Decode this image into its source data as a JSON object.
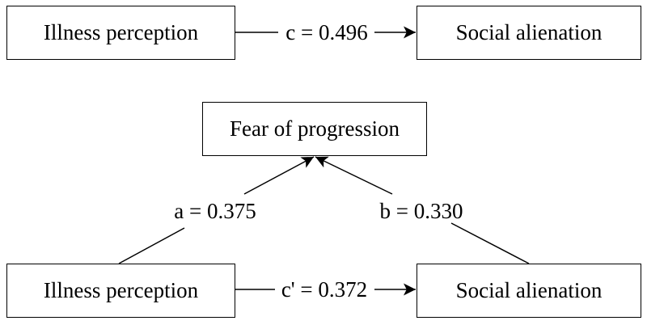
{
  "total_effect_model": {
    "predictor": "Illness perception",
    "outcome": "Social alienation",
    "path_c_label": "c = 0.496"
  },
  "mediation_model": {
    "mediator": "Fear of progression",
    "predictor": "Illness perception",
    "outcome": "Social alienation",
    "path_a_label": "a = 0.375",
    "path_b_label": "b = 0.330",
    "path_c_prime_label": "c' = 0.372"
  },
  "colors": {
    "line": "#000000",
    "box_fill": "#ffffff",
    "text": "#000000"
  }
}
